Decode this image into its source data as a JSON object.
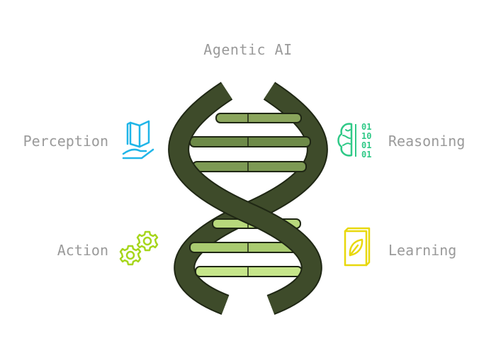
{
  "title": "Agentic AI",
  "items": [
    {
      "label": "Perception",
      "icon": "open-book-hand-icon",
      "color": "#1fb5e8"
    },
    {
      "label": "Reasoning",
      "icon": "brain-binary-icon",
      "color": "#2fc987"
    },
    {
      "label": "Action",
      "icon": "gears-icon",
      "color": "#a6d61c"
    },
    {
      "label": "Learning",
      "icon": "leaf-book-icon",
      "color": "#e8d80c"
    }
  ],
  "colors": {
    "strand": "#3e4b2a",
    "strand_edge": "#1f2714",
    "rung_dark": "#5f7a3e",
    "rung_mid": "#8aa55c",
    "rung_light": "#c6e68a",
    "text": "#9a9a9a"
  }
}
